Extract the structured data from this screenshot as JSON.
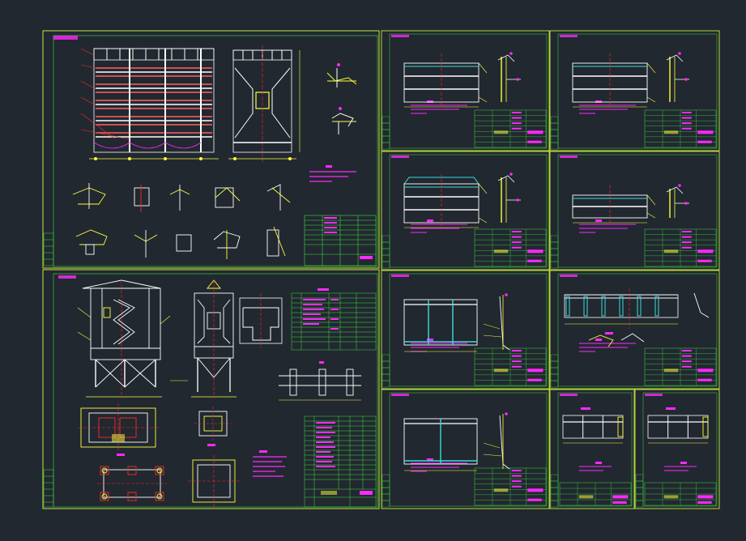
{
  "app": {
    "title": ""
  },
  "colors": {
    "background": "#212830",
    "frame": "#c8e63c",
    "border_green": "#3cdc3c",
    "white": "#ffffff",
    "yellow": "#ffff3c",
    "red": "#ff2828",
    "magenta": "#ff28ff",
    "cyan": "#3cdcdc"
  },
  "sheets": [
    {
      "id": "sheet-left-top"
    },
    {
      "id": "sheet-left-bottom"
    },
    {
      "id": "sheet-r1"
    },
    {
      "id": "sheet-r2"
    },
    {
      "id": "sheet-r3"
    },
    {
      "id": "sheet-r4"
    },
    {
      "id": "sheet-r5"
    },
    {
      "id": "sheet-r6"
    },
    {
      "id": "sheet-r7"
    },
    {
      "id": "sheet-r8"
    },
    {
      "id": "sheet-r9"
    }
  ]
}
